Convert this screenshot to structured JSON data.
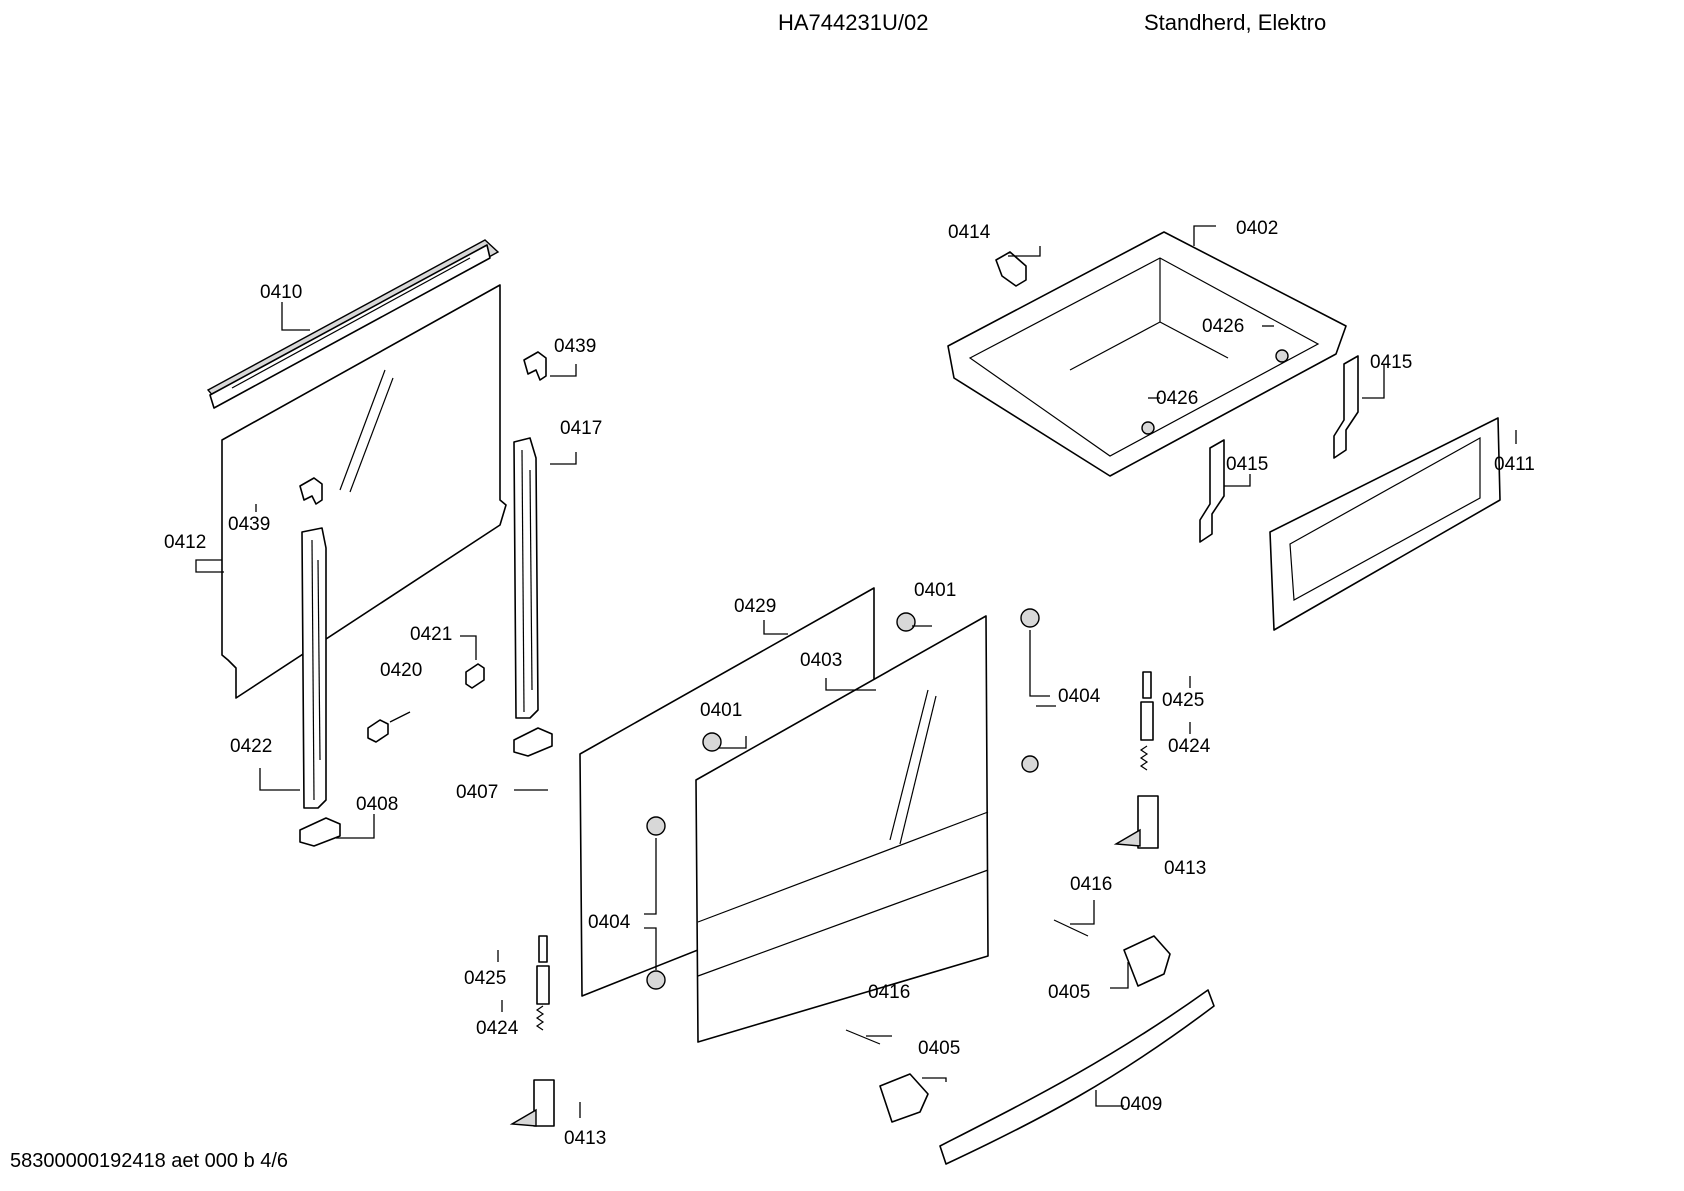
{
  "header": {
    "model": "HA744231U/02",
    "description": "Standherd, Elektro"
  },
  "footer": {
    "doc_code": "58300000192418 aet 000 b 4/6"
  },
  "labels": {
    "l0410": "0410",
    "l0412": "0412",
    "l0439a": "0439",
    "l0439b": "0439",
    "l0417": "0417",
    "l0421": "0421",
    "l0420": "0420",
    "l0422": "0422",
    "l0408": "0408",
    "l0407": "0407",
    "l0429": "0429",
    "l0401a": "0401",
    "l0401b": "0401",
    "l0403": "0403",
    "l0404a": "0404",
    "l0404b": "0404",
    "l0425a": "0425",
    "l0424a": "0424",
    "l0413a": "0413",
    "l0425b": "0425",
    "l0424b": "0424",
    "l0413b": "0413",
    "l0414": "0414",
    "l0402": "0402",
    "l0426a": "0426",
    "l0426b": "0426",
    "l0415a": "0415",
    "l0415b": "0415",
    "l0411": "0411",
    "l0416a": "0416",
    "l0416b": "0416",
    "l0405a": "0405",
    "l0405b": "0405",
    "l0409": "0409"
  }
}
